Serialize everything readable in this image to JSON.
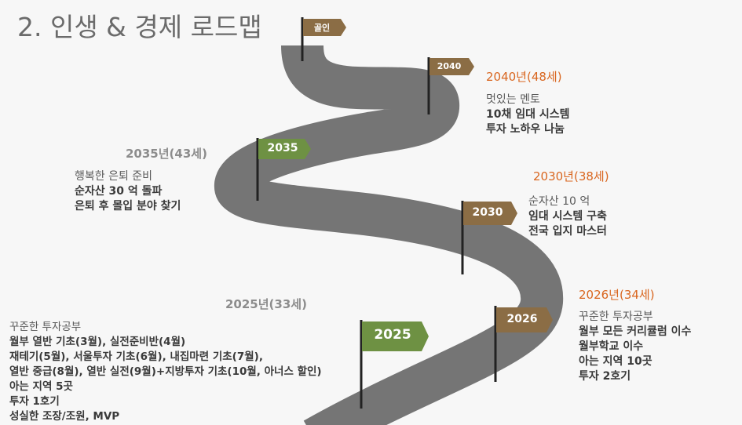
{
  "title": "2. 인생 & 경제 로드맵",
  "colors": {
    "road": "#757575",
    "brown_flag": "#8b6d45",
    "green_flag": "#6e9143",
    "orange_text": "#d9661f",
    "grey_text": "#8c8c8c"
  },
  "flags": {
    "goal": "골인",
    "f2040": "2040",
    "f2035": "2035",
    "f2030": "2030",
    "f2026": "2026",
    "f2025": "2025"
  },
  "milestones": {
    "m2040": {
      "year": "2040년(48세)",
      "lead": "멋있는 멘토",
      "items": [
        "10채 임대 시스템",
        "투자 노하우 나눔"
      ]
    },
    "m2035": {
      "year": "2035년(43세)",
      "lead": "행복한 은퇴 준비",
      "items": [
        "순자산 30 억 돌파",
        "은퇴 후 몰입 분야 찾기"
      ]
    },
    "m2030": {
      "year": "2030년(38세)",
      "lead": "순자산 10 억",
      "items": [
        "임대 시스템 구축",
        "전국 입지 마스터"
      ]
    },
    "m2026": {
      "year": "2026년(34세)",
      "lead": "꾸준한 투자공부",
      "items": [
        "월부 모든 커리큘럼 이수",
        "월부학교 이수",
        "아는 지역 10곳",
        "투자 2호기"
      ]
    },
    "m2025": {
      "year": "2025년(33세)",
      "lead": "꾸준한 투자공부",
      "items": [
        "월부 열반 기초(3월), 실전준비반(4월)",
        "재테기(5월), 서울투자 기초(6월), 내집마련 기초(7월),",
        "열반 중급(8월), 열반 실전(9월)+지방투자 기초(10월, 아너스 할인)",
        "아는 지역 5곳",
        "투자 1호기",
        "성실한 조장/조원, MVP"
      ]
    }
  }
}
